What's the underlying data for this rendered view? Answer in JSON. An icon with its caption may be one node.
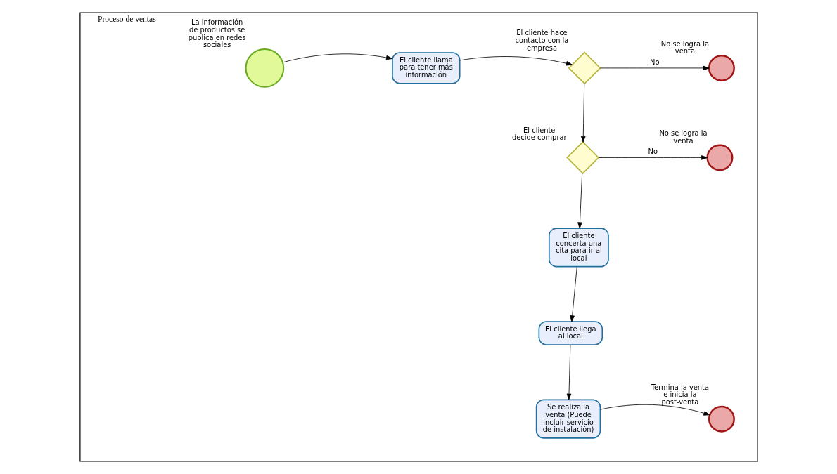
{
  "diagram": {
    "nodes": [
      {
        "text": [
          "Proceso de ventas"
        ]
      },
      {
        "text": [
          "La información de productos se publica en redes sociales"
        ],
        "in": 0
      },
      {
        "text": [
          "El cliente llama para tener más información"
        ],
        "in": 0
      },
      {
        "text": [
          "El cliente hace contacto con la empresa"
        ],
        "in": 0
      },
      {
        "text": [
          "No se logra la venta"
        ],
        "in": 0
      },
      {
        "text": [
          "El cliente decide comprar"
        ],
        "in": 0
      },
      {
        "text": [
          "No se logra la venta"
        ],
        "in": 0
      },
      {
        "text": [
          "El cliente concerta una cita para ir al local"
        ],
        "in": 0
      },
      {
        "text": [
          "El cliente llega al local"
        ],
        "in": 0
      },
      {
        "text": [
          "Se realiza la venta (Puede incluir servicio de instalación)"
        ],
        "in": 0
      },
      {
        "text": [
          "Termina la venta e inicia la post-venta"
        ],
        "in": 0
      }
    ],
    "edges": [
      {
        "from": 1,
        "to": 2,
        "arrow": "to"
      },
      {
        "from": 2,
        "to": 3,
        "arrow": "to"
      },
      {
        "from": 3,
        "to": 4,
        "arrow": "to",
        "label": "No"
      },
      {
        "from": 3,
        "to": 5,
        "arrow": "to"
      },
      {
        "from": 5,
        "to": 6,
        "arrow": "to",
        "label": "No"
      },
      {
        "from": 5,
        "to": 7,
        "arrow": "to"
      },
      {
        "from": 7,
        "to": 8,
        "arrow": "to"
      },
      {
        "from": 8,
        "to": 9,
        "arrow": "to"
      },
      {
        "from": 9,
        "to": 10,
        "arrow": "to"
      }
    ]
  }
}
